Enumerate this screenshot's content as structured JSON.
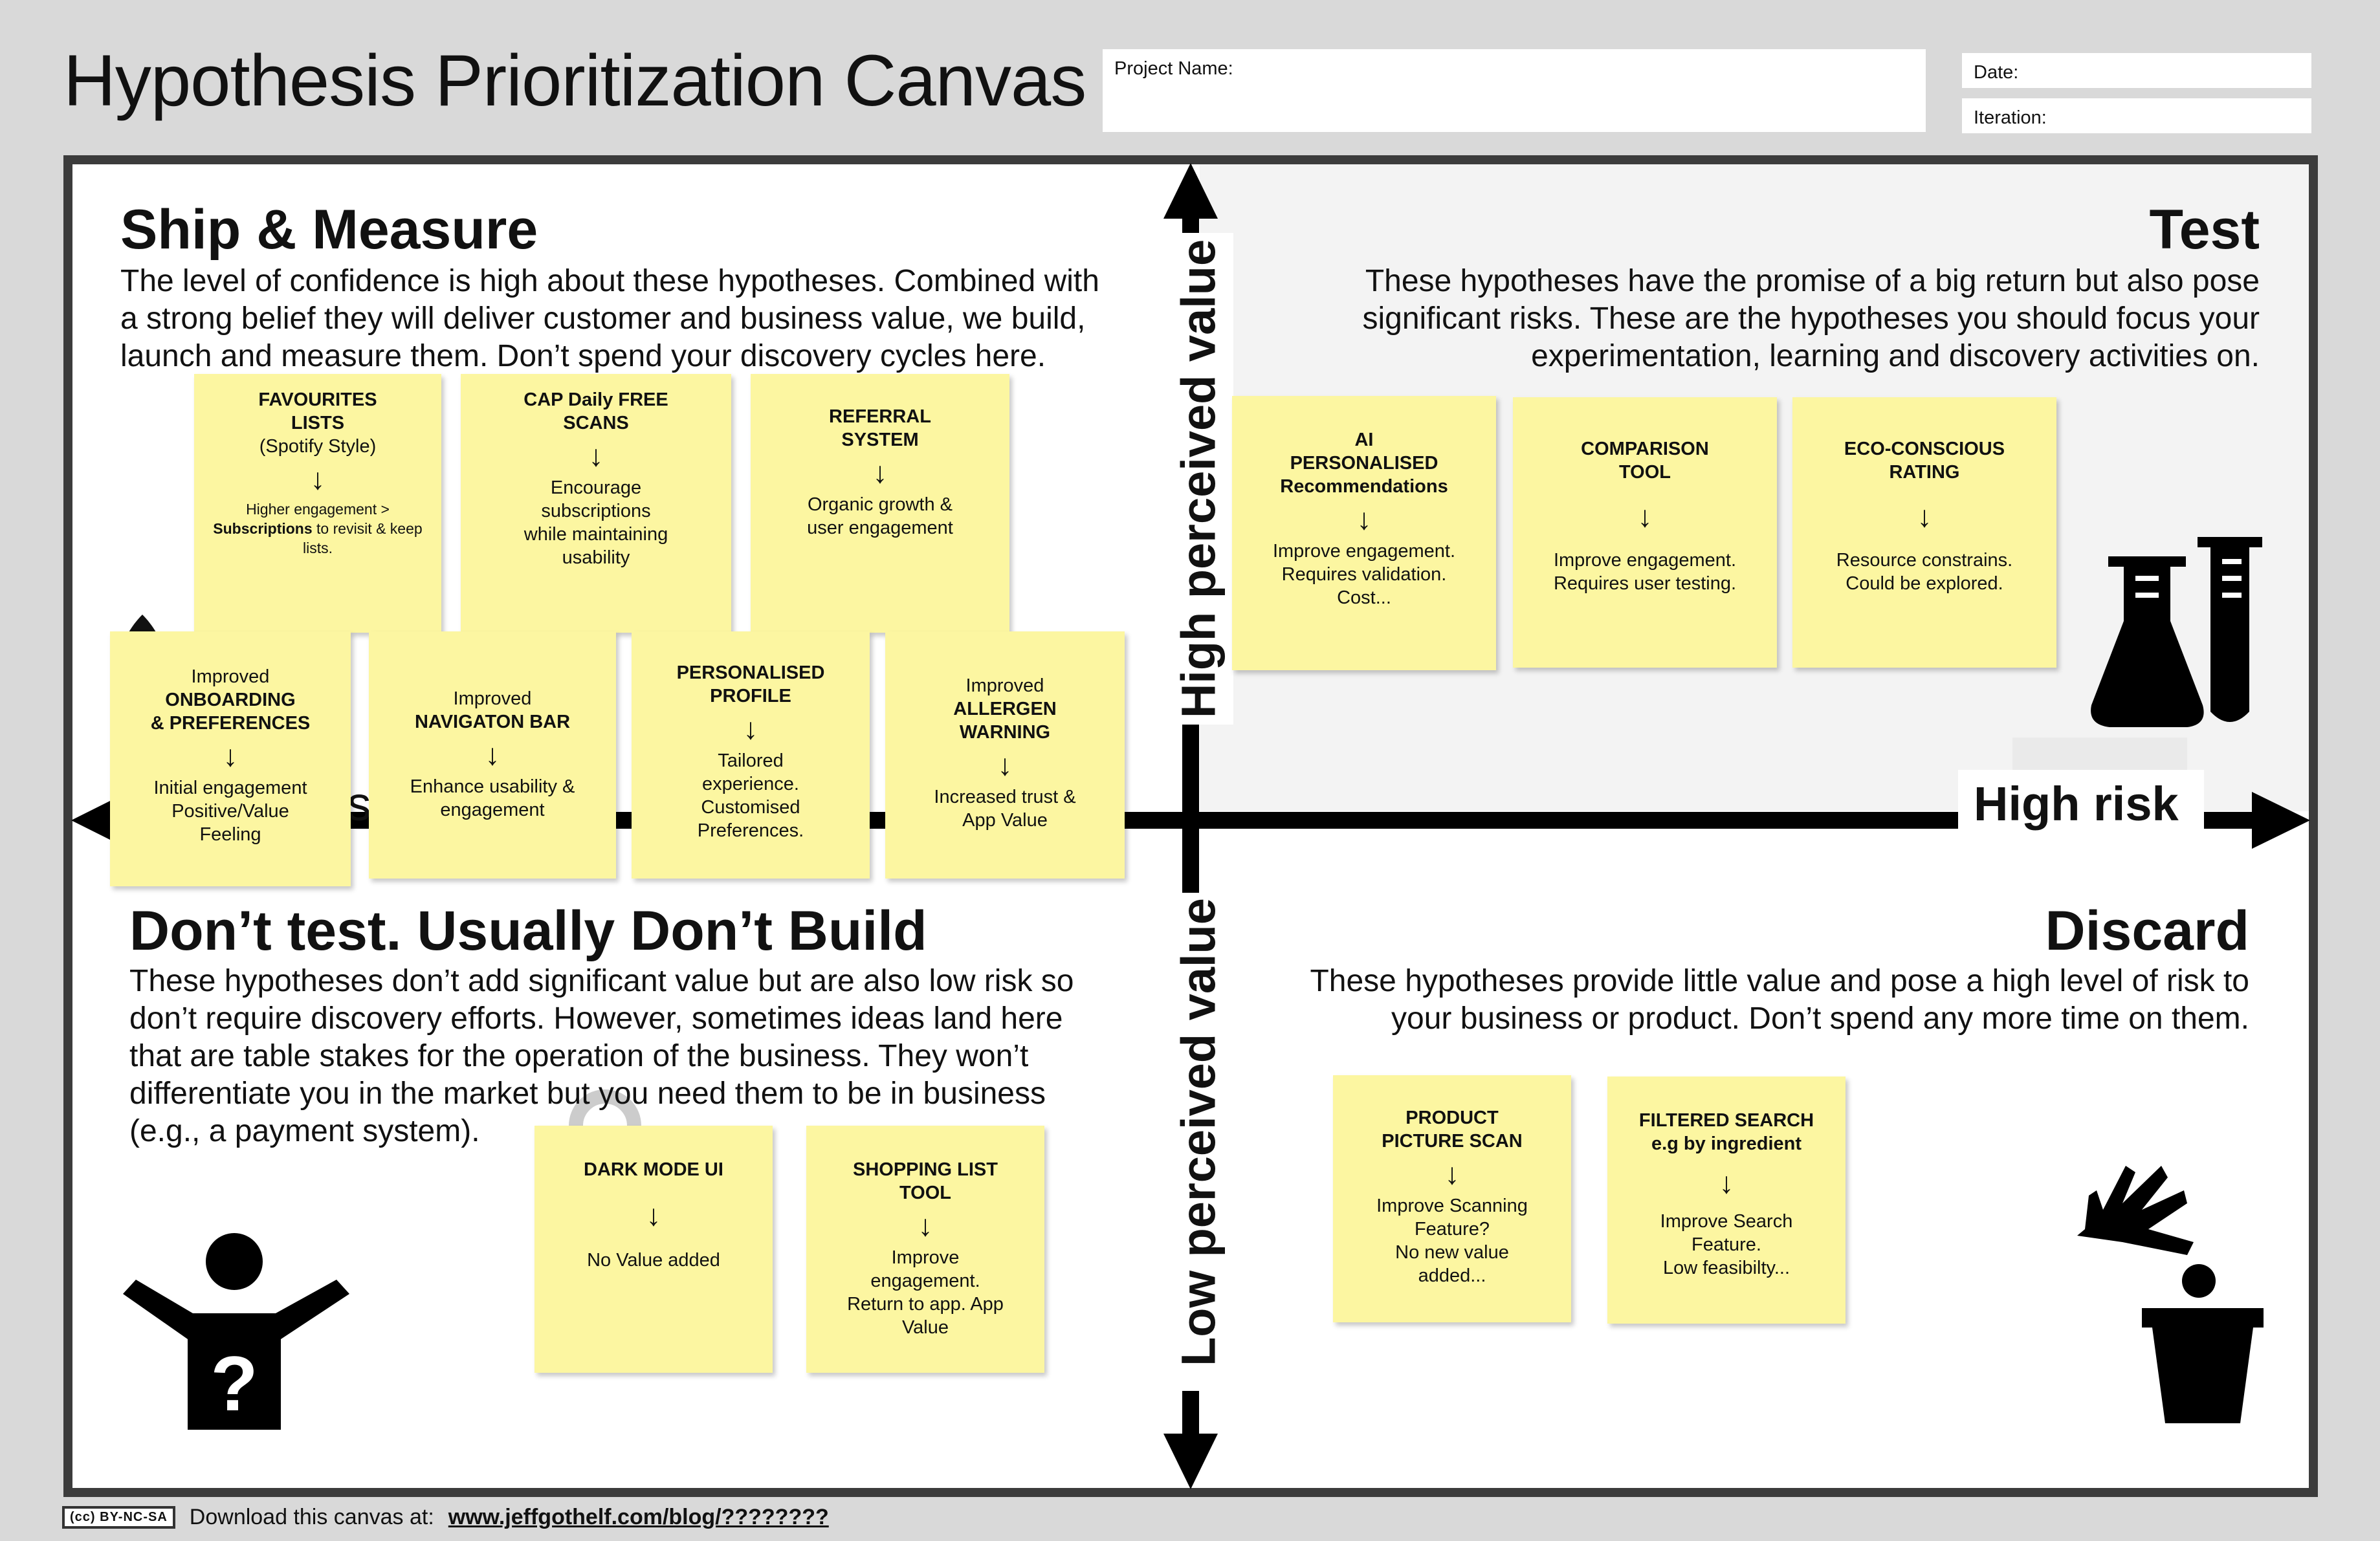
{
  "header": {
    "title": "Hypothesis Prioritization Canvas",
    "project_label": "Project Name:",
    "date_label": "Date:",
    "iteration_label": "Iteration:"
  },
  "axes": {
    "top": "High perceived value",
    "bottom": "Low perceived value",
    "right": "High risk",
    "left_fragment": "is"
  },
  "quadrants": {
    "ship": {
      "title": "Ship & Measure",
      "body": "The level of confidence is high about these hypotheses. Combined with a strong belief they will deliver customer and business value, we build, launch and measure them. Don’t spend your discovery cycles here."
    },
    "test": {
      "title": "Test",
      "body": "These hypotheses have the promise of a big return but also pose significant risks. These are the hypotheses you should focus your experimentation, learning and discovery activities on."
    },
    "dont": {
      "title": "Don’t test. Usually Don’t Build",
      "body": "These hypotheses don’t add significant value but are also low risk so don’t require discovery efforts. However, sometimes ideas land here that are table stakes for the operation of the business. They won’t differentiate you in the market but you need them to be in business (e.g., a payment system)."
    },
    "discard": {
      "title": "Discard",
      "body": "These hypotheses provide little value and pose a high level of risk to your business or product. Don’t spend any more time on them."
    }
  },
  "stickies": {
    "fav": {
      "title": "FAVOURITES\nLISTS",
      "sub": "(Spotify Style)",
      "arrow": "↓",
      "desc_pre": "Higher engagement >",
      "desc_bold": "Subscriptions",
      "desc_post": " to revisit & keep lists."
    },
    "cap": {
      "title": "CAP Daily FREE\nSCANS",
      "arrow": "↓",
      "desc": "Encourage\nsubscriptions\nwhile maintaining\nusability"
    },
    "ref": {
      "title": "REFERRAL\nSYSTEM",
      "arrow": "↓",
      "desc": "Organic growth &\nuser engagement"
    },
    "onb": {
      "pre": "Improved",
      "title": "ONBOARDING\n& PREFERENCES",
      "arrow": "↓",
      "desc": "Initial engagement\nPositive/Value\nFeeling"
    },
    "nav": {
      "pre": "Improved",
      "title": "NAVIGATON BAR",
      "arrow": "↓",
      "desc": "Enhance usability &\nengagement"
    },
    "prof": {
      "title": "PERSONALISED\nPROFILE",
      "arrow": "↓",
      "desc": "Tailored\nexperience.\nCustomised\nPreferences."
    },
    "all": {
      "pre": "Improved",
      "title": "ALLERGEN\nWARNING",
      "arrow": "↓",
      "desc": "Increased trust &\nApp Value"
    },
    "ai": {
      "title": "AI\nPERSONALISED\nRecommendations",
      "arrow": "↓",
      "desc": "Improve engagement.\nRequires validation.\nCost..."
    },
    "comp": {
      "title": "COMPARISON\nTOOL",
      "arrow": "↓",
      "desc": "Improve engagement.\nRequires user testing."
    },
    "eco": {
      "title": "ECO-CONSCIOUS\nRATING",
      "arrow": "↓",
      "desc": "Resource constrains.\nCould be explored."
    },
    "dark": {
      "title": "DARK MODE UI",
      "arrow": "↓",
      "desc": "No Value added"
    },
    "shop": {
      "title": "SHOPPING LIST\nTOOL",
      "arrow": "↓",
      "desc": "Improve\nengagement.\nReturn to app. App\nValue"
    },
    "pic": {
      "title": "PRODUCT\nPICTURE SCAN",
      "arrow": "↓",
      "desc": "Improve Scanning\nFeature?\nNo new value\nadded..."
    },
    "filt": {
      "title": "FILTERED SEARCH\ne.g by ingredient",
      "arrow": "↓",
      "desc": "Improve Search\nFeature.\nLow feasibilty..."
    }
  },
  "footer": {
    "cc_badge": "(cc) BY-NC-SA",
    "text": "Download this canvas at:",
    "link": "www.jeffgothelf.com/blog/????????"
  },
  "icons": [
    "flask-icon",
    "person-question-icon",
    "hand-trash-icon",
    "rocket-icon",
    "lock-icon"
  ]
}
